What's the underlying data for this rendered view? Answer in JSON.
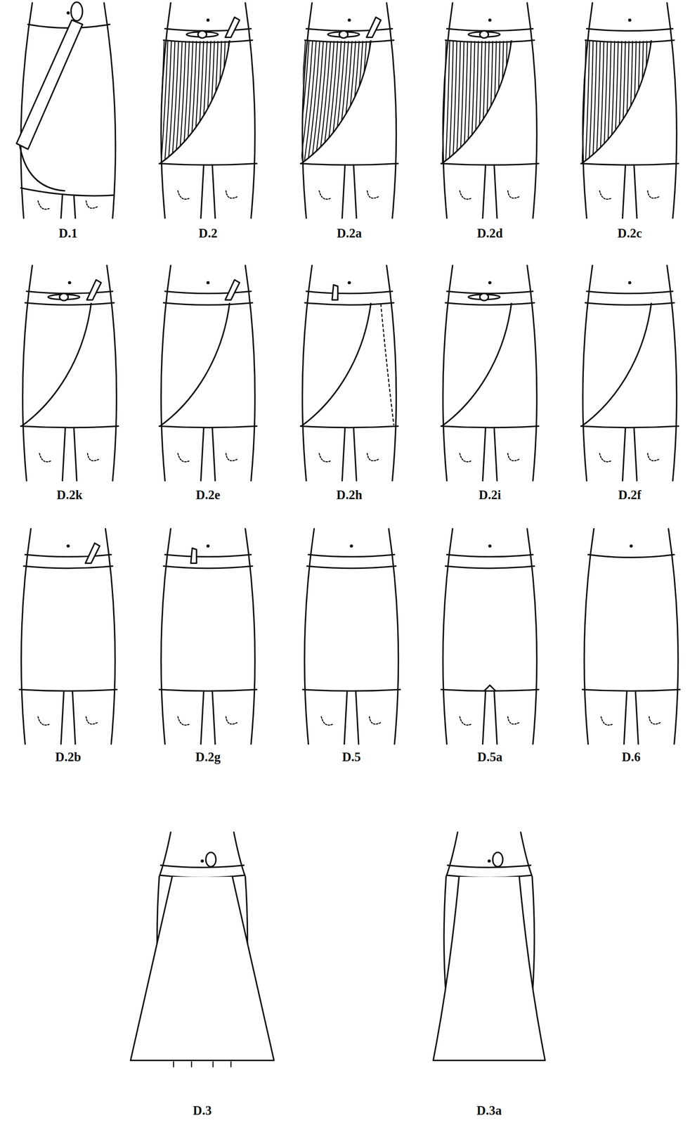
{
  "diagram": {
    "labels": [
      "D.1",
      "D.2",
      "D.2a",
      "D.2d",
      "D.2c",
      "D.2k",
      "D.2e",
      "D.2h",
      "D.2i",
      "D.2f",
      "D.2b",
      "D.2g",
      "D.5",
      "D.5a",
      "D.6",
      "D.3",
      "D.3a"
    ]
  }
}
